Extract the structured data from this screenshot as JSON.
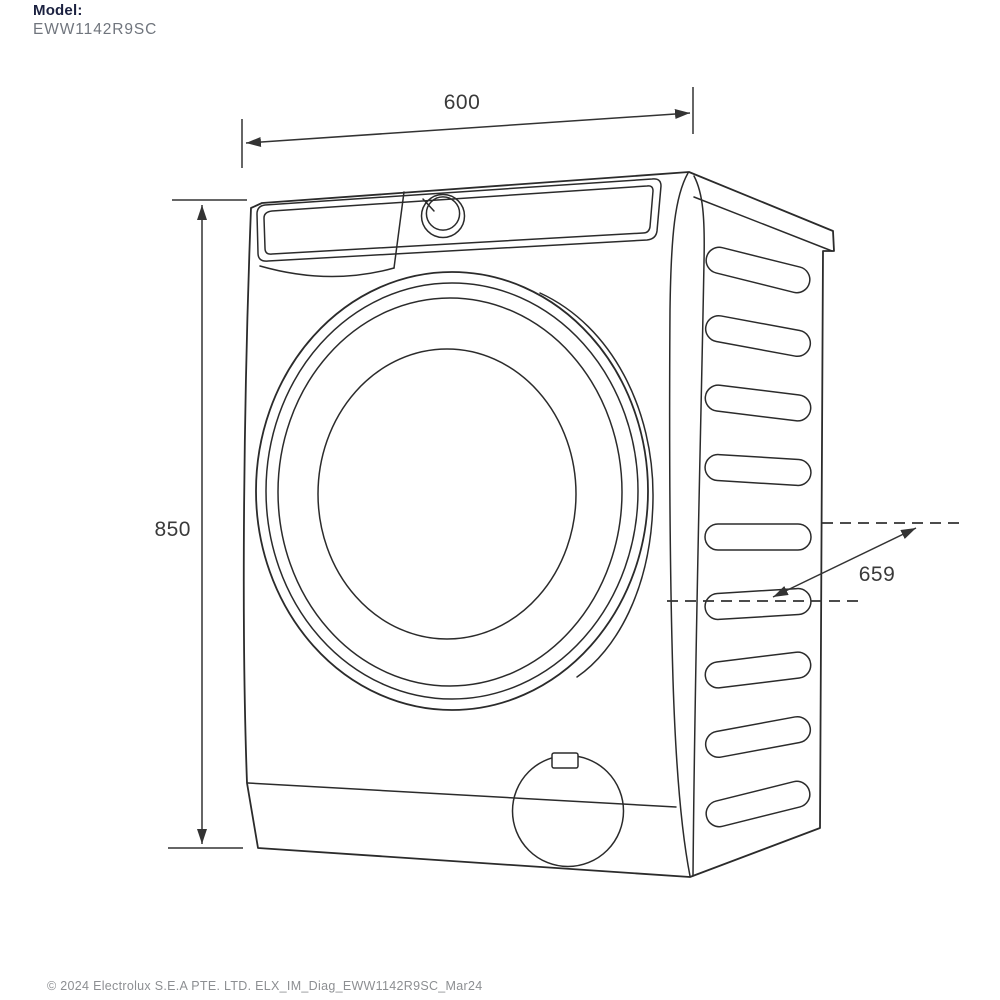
{
  "header": {
    "model_label": "Model:",
    "model_number": "EWW1142R9SC"
  },
  "diagram": {
    "type": "product-dimension-drawing",
    "product": "front-load washing machine",
    "dimensions": {
      "width_mm": "600",
      "height_mm": "850",
      "depth_mm": "659"
    },
    "side_vent_slots": 9
  },
  "footer": {
    "copyright": "© 2024 Electrolux S.E.A PTE. LTD. ELX_IM_Diag_EWW1142R9SC_Mar24"
  },
  "colors": {
    "line_art": "#2b2b2b",
    "dimension_lines": "#333333",
    "model_label": "#1b2140",
    "model_number": "#70757d",
    "footer_text": "#8d8f92",
    "background": "#ffffff"
  }
}
